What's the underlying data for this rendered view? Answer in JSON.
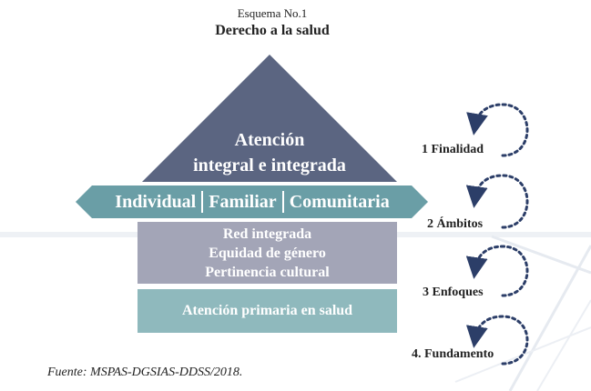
{
  "header": {
    "subtitle": "Esquema No.1",
    "title": "Derecho a la salud"
  },
  "pyramid": {
    "line1": "Atención",
    "line2": "integral  e integrada"
  },
  "band": {
    "items": [
      "Individual",
      "Familiar",
      "Comunitaria"
    ]
  },
  "middle_block": {
    "lines": [
      "Red integrada",
      "Equidad de género",
      "Pertinencia cultural"
    ]
  },
  "base_block": {
    "label": "Atención primaria en salud"
  },
  "steps": [
    "1 Finalidad",
    "2 Ámbitos",
    "3 Enfoques",
    "4. Fundamento"
  ],
  "source": "Fuente: MSPAS-DGSIAS-DDSS/2018.",
  "colors": {
    "pyramid": "#5b6581",
    "band": "#6a9ea6",
    "middle_block": "#a3a5b7",
    "base_block": "#8fb9bd",
    "arrows": "#2c3e68"
  }
}
